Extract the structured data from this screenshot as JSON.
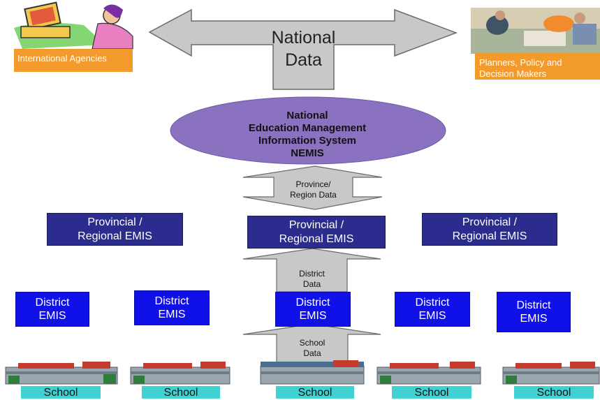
{
  "diagram": {
    "national_data": {
      "line1": "National",
      "line2": "Data"
    },
    "top_left": {
      "label": "International Agencies",
      "image": "person-at-computer-clipart"
    },
    "top_right": {
      "label": "Planners, Policy and Decision Makers",
      "image": "meeting-photo"
    },
    "nemis": {
      "lines": [
        "National",
        "Education Management",
        "Information System",
        "NEMIS"
      ],
      "color": "#8a72c1"
    },
    "arrow_province": {
      "line1": "Province/",
      "line2": "Region Data"
    },
    "arrow_district": {
      "line1": "District",
      "line2": "Data"
    },
    "arrow_school": {
      "line1": "School",
      "line2": "Data"
    },
    "provincial_boxes": [
      {
        "line1": "Provincial /",
        "line2": "Regional EMIS"
      },
      {
        "line1": "Provincial /",
        "line2": "Regional EMIS"
      },
      {
        "line1": "Provincial /",
        "line2": "Regional EMIS"
      }
    ],
    "district_boxes": [
      {
        "line1": "District",
        "line2": "EMIS"
      },
      {
        "line1": "District",
        "line2": "EMIS"
      },
      {
        "line1": "District",
        "line2": "EMIS"
      },
      {
        "line1": "District",
        "line2": "EMIS"
      },
      {
        "line1": "District",
        "line2": "EMIS"
      }
    ],
    "schools": [
      {
        "label": "School",
        "image": "school-building"
      },
      {
        "label": "School",
        "image": "school-building"
      },
      {
        "label": "School",
        "image": "school-building"
      },
      {
        "label": "School",
        "image": "school-building"
      },
      {
        "label": "School",
        "image": "school-building"
      }
    ],
    "colors": {
      "arrow_fill": "#c8c8c8",
      "provincial_box": "#2b2c8e",
      "district_box": "#1010e8",
      "orange_label": "#f39a2c",
      "school_label": "#40d2d2"
    }
  }
}
